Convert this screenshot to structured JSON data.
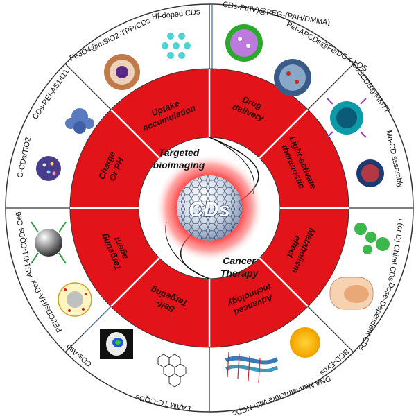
{
  "center": {
    "label": "CDs"
  },
  "inner": {
    "top_label": "Targeted bioimaging",
    "bottom_label": "Cancer Therapy"
  },
  "ring_segments": [
    {
      "label": "Uptake accumulation"
    },
    {
      "label": "Drug delivery"
    },
    {
      "label": "Light-activate theranostic"
    },
    {
      "label": "Metabolism effect"
    },
    {
      "label": "Advanced technology"
    },
    {
      "label": "Self-Targeting"
    },
    {
      "label": "Targeting agent"
    },
    {
      "label": "Charge Or PH"
    }
  ],
  "outer_labels": [
    {
      "text": "Hf-doped CDs"
    },
    {
      "text": "Fe3O4@mSiO2-TPP/CDs"
    },
    {
      "text": "CDs-PEI-AS1411"
    },
    {
      "text": "C-CDs/TiO2"
    },
    {
      "text": "AS1411-CQDs-Ce6"
    },
    {
      "text": "PEI/CDs/HA-Dox"
    },
    {
      "text": "CDs-Asp"
    },
    {
      "text": "LAAM TC-CQDs"
    },
    {
      "text": "CDs-Pt(IV)@PEG-(PAH/DMMA)"
    },
    {
      "text": "Pet-APCDs@Fe/DOX-LOS"
    },
    {
      "text": "CuSCDB@MMT7"
    },
    {
      "text": "Mn-CD assembly"
    },
    {
      "text": "L(or D)-Chiral CDs"
    },
    {
      "text": "Dose-Dependent CDs"
    },
    {
      "text": "BCD-Exos"
    },
    {
      "text": "DNA Nanostructure with NCDs"
    }
  ],
  "colors": {
    "ring_red": "#e2141a",
    "outline": "#333333",
    "background": "#ffffff",
    "glow": "#ff2020",
    "divider_blue": "#4a6fa5"
  }
}
